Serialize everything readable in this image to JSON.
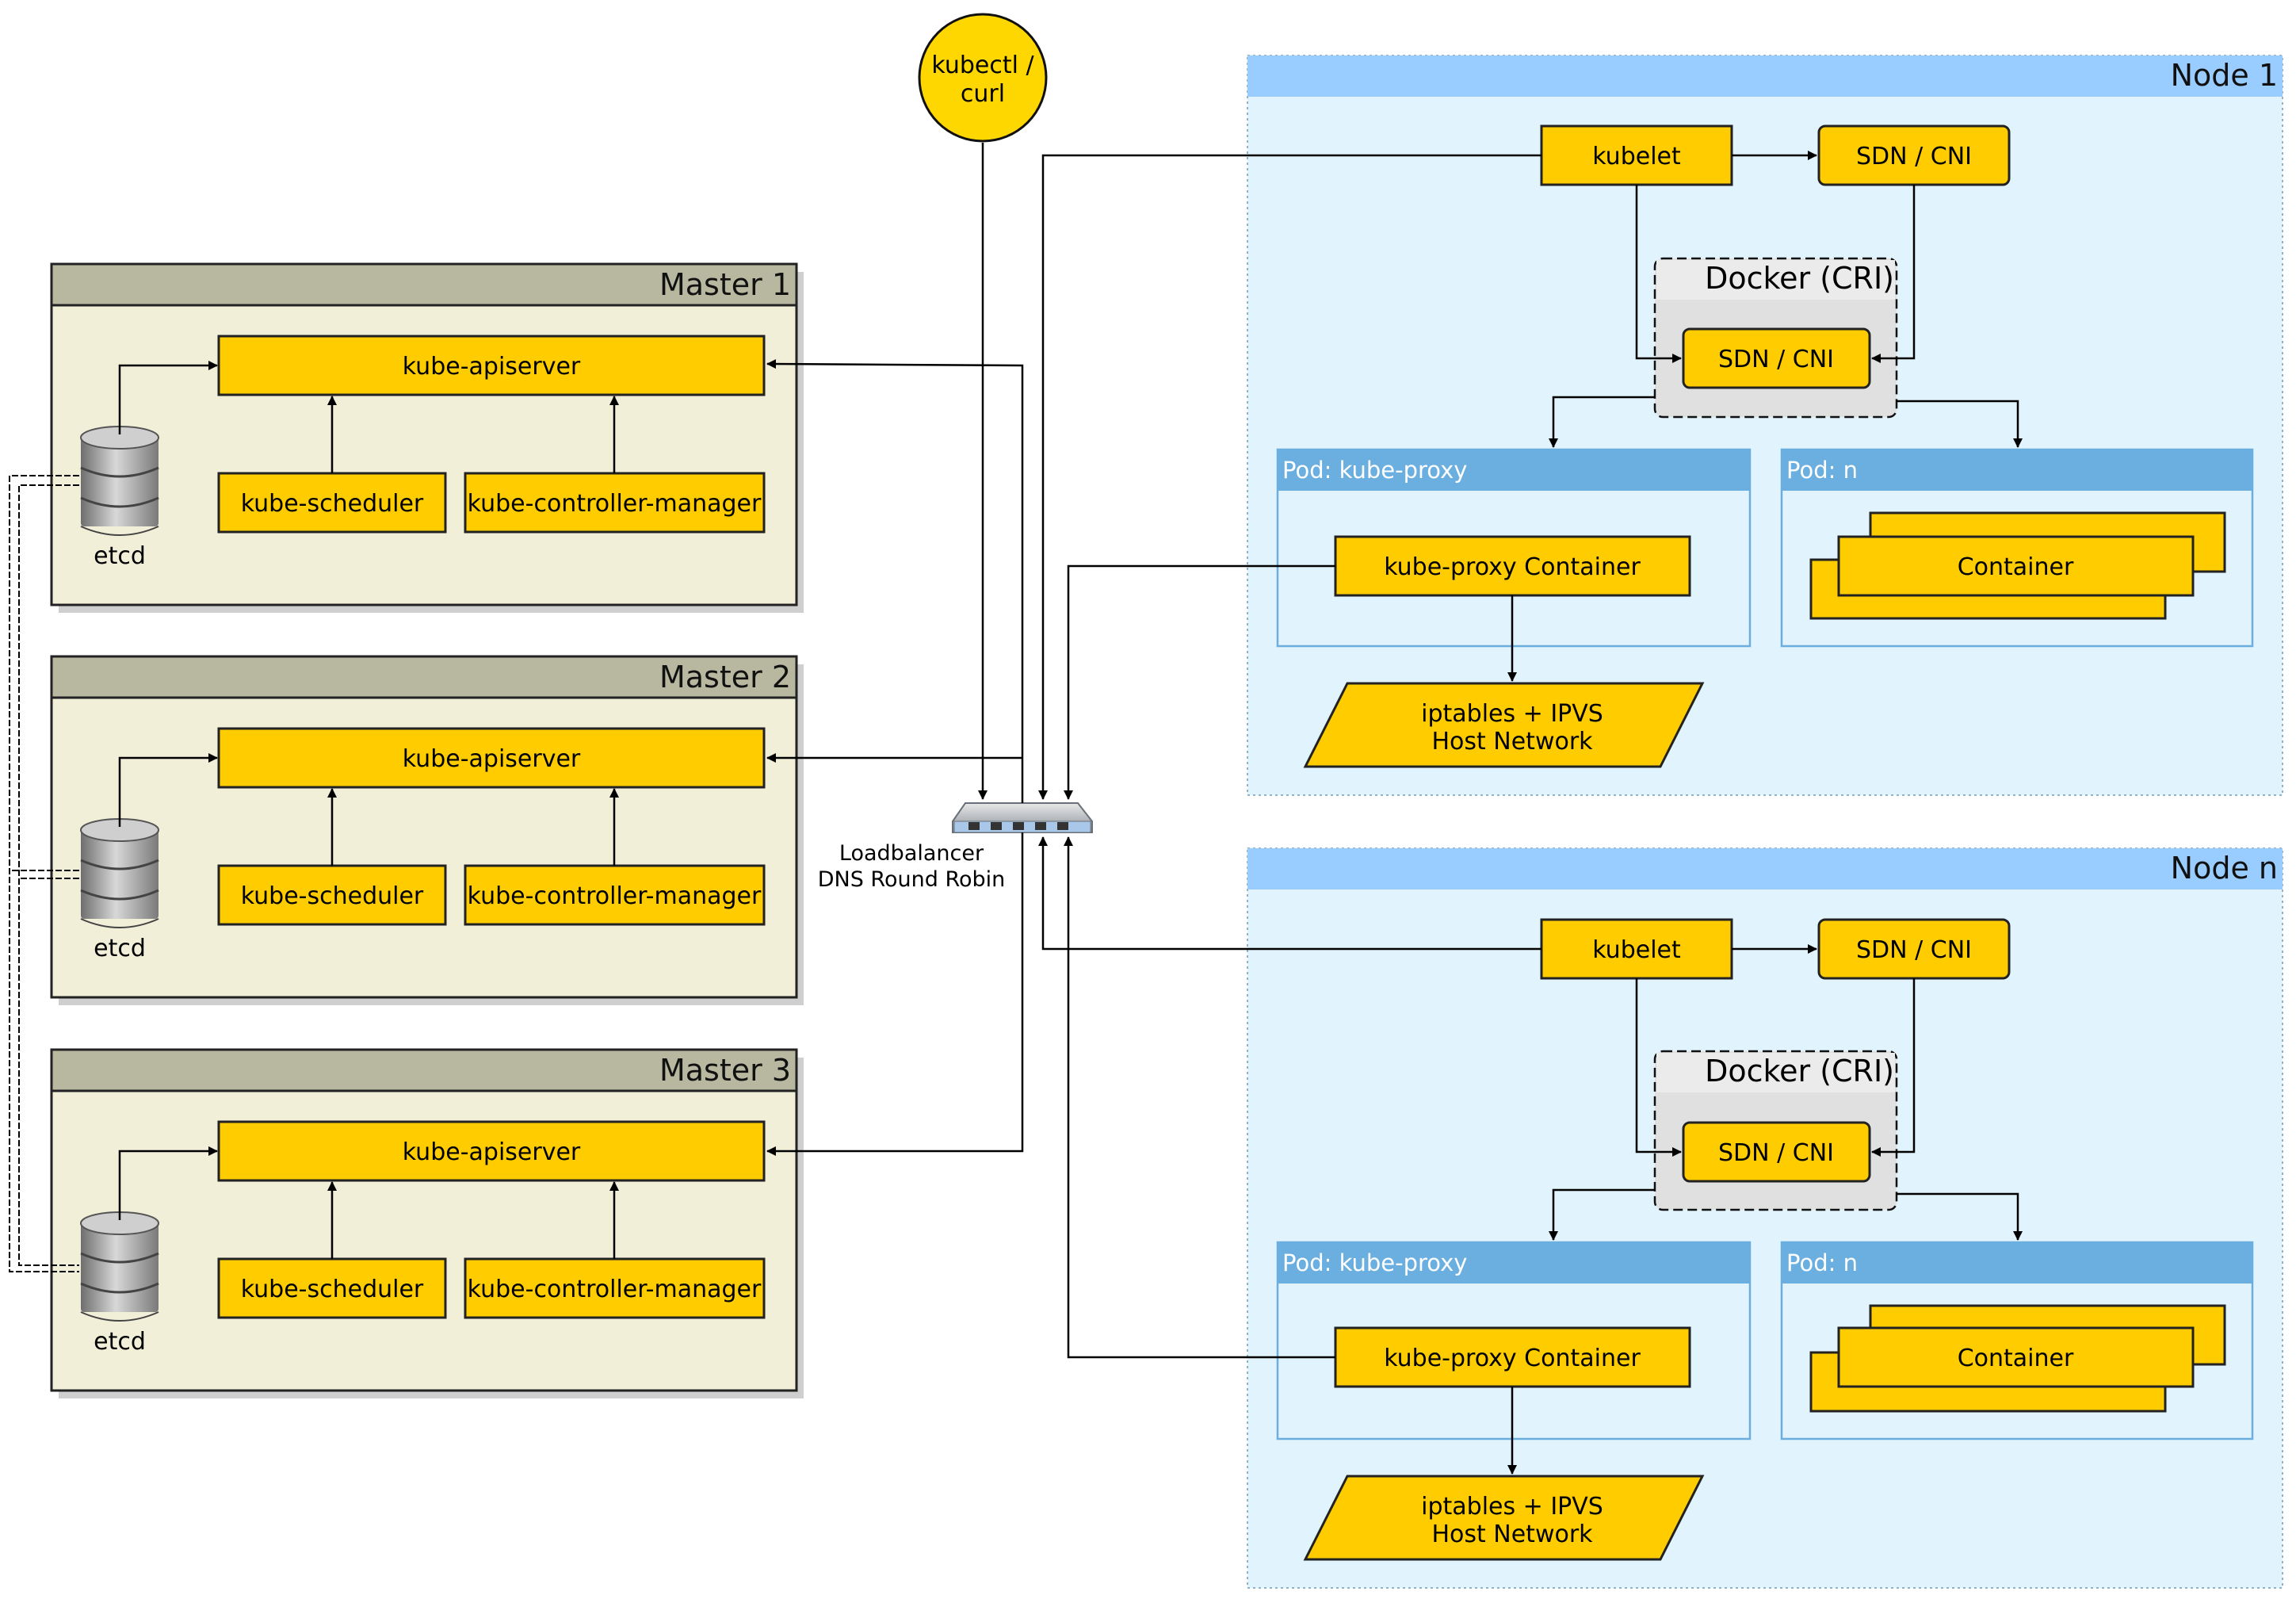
{
  "client": {
    "label_line1": "kubectl /",
    "label_line2": "curl"
  },
  "loadbalancer": {
    "label_line1": "Loadbalancer",
    "label_line2": "DNS Round Robin"
  },
  "masters": [
    {
      "title": "Master 1",
      "apiserver": "kube-apiserver",
      "scheduler": "kube-scheduler",
      "controller": "kube-controller-manager",
      "etcd": "etcd"
    },
    {
      "title": "Master 2",
      "apiserver": "kube-apiserver",
      "scheduler": "kube-scheduler",
      "controller": "kube-controller-manager",
      "etcd": "etcd"
    },
    {
      "title": "Master 3",
      "apiserver": "kube-apiserver",
      "scheduler": "kube-scheduler",
      "controller": "kube-controller-manager",
      "etcd": "etcd"
    }
  ],
  "nodes": [
    {
      "title": "Node 1",
      "kubelet": "kubelet",
      "sdn": "SDN / CNI",
      "docker": "Docker (CRI)",
      "docker_sdn": "SDN / CNI",
      "pod_proxy": "Pod: kube-proxy",
      "proxy_container": "kube-proxy Container",
      "pod_n": "Pod: n",
      "container": "Container",
      "iptables_line1": "iptables + IPVS",
      "iptables_line2": "Host Network"
    },
    {
      "title": "Node n",
      "kubelet": "kubelet",
      "sdn": "SDN / CNI",
      "docker": "Docker (CRI)",
      "docker_sdn": "SDN / CNI",
      "pod_proxy": "Pod: kube-proxy",
      "proxy_container": "kube-proxy Container",
      "pod_n": "Pod: n",
      "container": "Container",
      "iptables_line1": "iptables + IPVS",
      "iptables_line2": "Host Network"
    }
  ],
  "colors": {
    "component": "#FFCC00",
    "master_body": "#F2EFD9",
    "master_header": "#B8B8A0",
    "node_body": "#E1F3FC",
    "node_header": "#99CCFF",
    "pod_header": "#6AAFE0",
    "docker_body": "#E0E0E0",
    "client": "#FFD700"
  }
}
